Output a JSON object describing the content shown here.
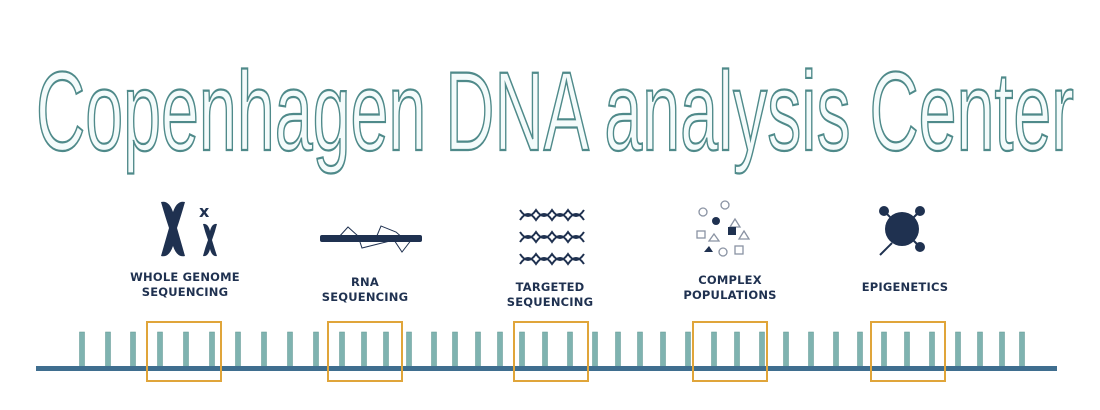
{
  "title": "Copenhagen DNA analysis Center",
  "categories": [
    {
      "line1": "WHOLE GENOME",
      "line2": "SEQUENCING",
      "icon": "chromosome-icon"
    },
    {
      "line1": "RNA",
      "line2": "SEQUENCING",
      "icon": "rna-strand-icon"
    },
    {
      "line1": "TARGETED",
      "line2": "SEQUENCING",
      "icon": "dna-helix-icon"
    },
    {
      "line1": "COMPLEX",
      "line2": "POPULATIONS",
      "icon": "shapes-population-icon"
    },
    {
      "line1": "EPIGENETICS",
      "line2": "",
      "icon": "molecule-icon"
    }
  ],
  "colors": {
    "navy": "#1f3150",
    "bar": "#7fb3b0",
    "baseline": "#3f6e8f",
    "highlight": "#e0a53a",
    "title_stroke": "#4f8a8a"
  }
}
